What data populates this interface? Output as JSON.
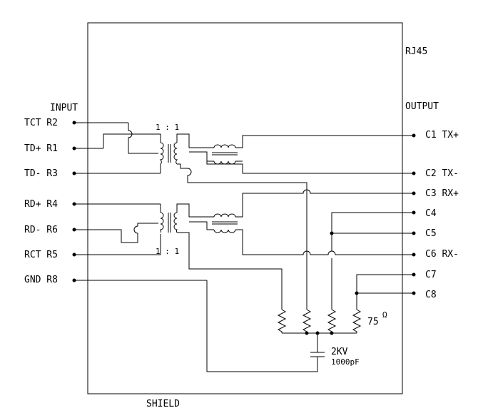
{
  "module_label": "RJ45",
  "input_label": "INPUT",
  "output_label": "OUTPUT",
  "shield_label": "SHIELD",
  "ratio_top": "1 : 1",
  "ratio_bottom": "1 : 1",
  "input_pins": [
    "TCT R2",
    "TD+ R1",
    "TD- R3",
    "RD+ R4",
    "RD- R6",
    "RCT R5",
    "GND R8"
  ],
  "output_pins": [
    "C1 TX+",
    "C2 TX-",
    "C3 RX+",
    "C4",
    "C5",
    "C6 RX-",
    "C7",
    "C8"
  ],
  "resistor_value": "75",
  "ohm_symbol": "Ω",
  "capacitor_voltage": "2KV",
  "capacitor_value": "1000pF"
}
